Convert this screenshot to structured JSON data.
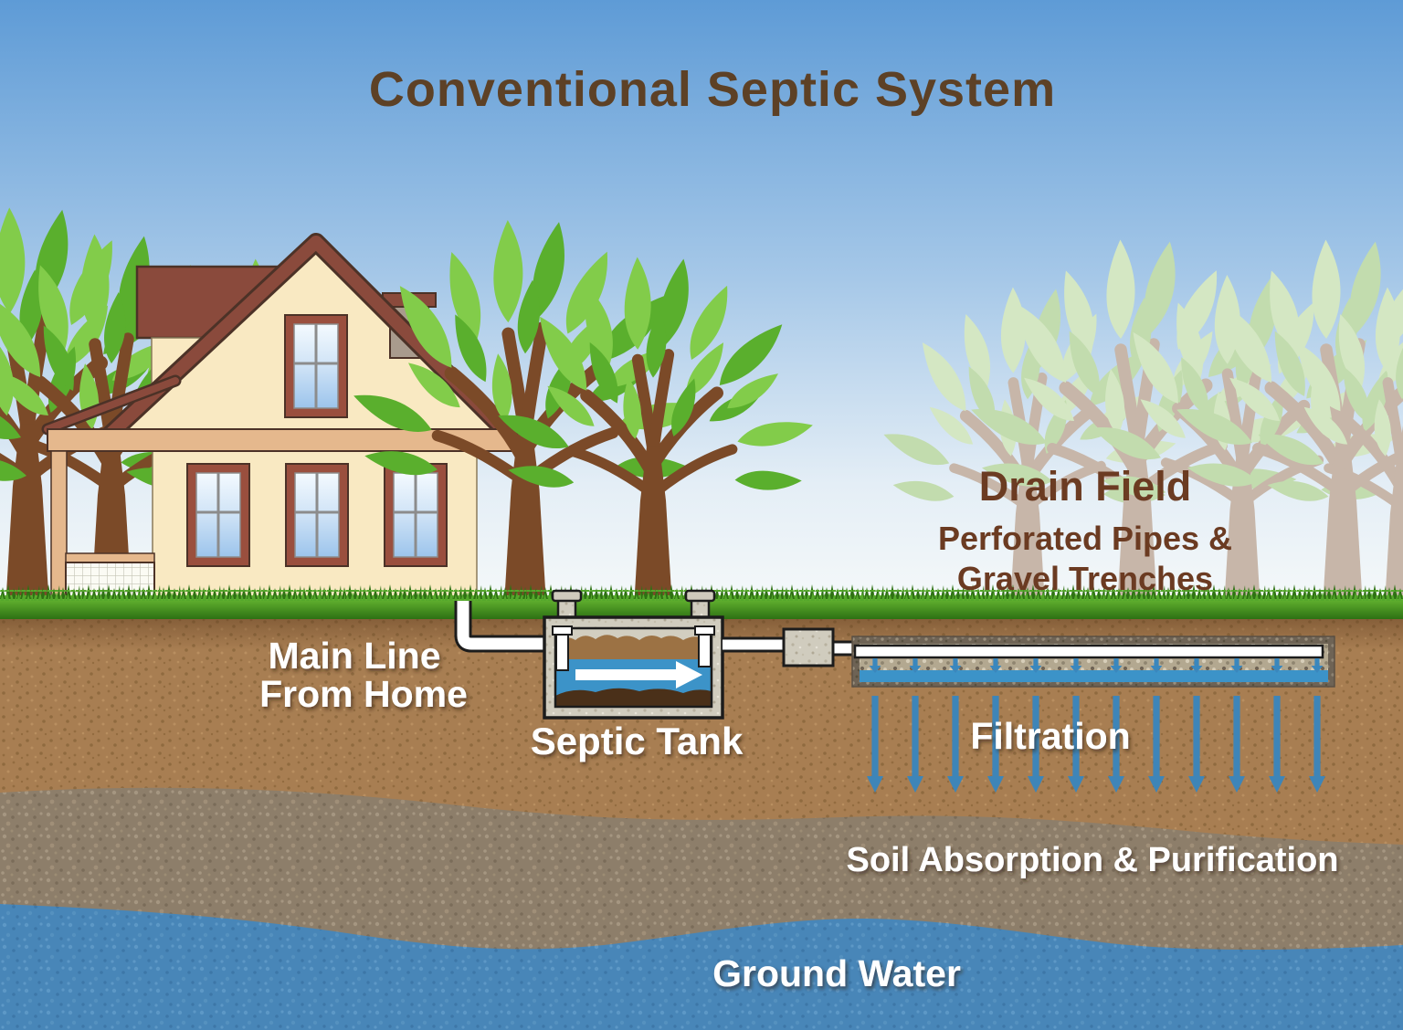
{
  "title": "Conventional Septic System",
  "labels": {
    "main_line_1": "Main Line",
    "main_line_2": "From Home",
    "septic_tank": "Septic Tank",
    "drain_field_heading": "Drain Field",
    "drain_field_sub1": "Perforated Pipes &",
    "drain_field_sub2": "Gravel Trenches",
    "filtration": "Filtration",
    "soil_absorption": "Soil Absorption & Purification",
    "ground_water": "Ground Water"
  },
  "colors": {
    "title_text": "#5d4126",
    "drain_field_text": "#6b3b22",
    "label_text": "#ffffff",
    "sky_top": "#5e9bd6",
    "sky_bottom": "#f7fafa",
    "grass_green": "#3f8f1e",
    "topsoil_brown": "#a87e52",
    "subsoil_gray": "#8d7e6a",
    "ground_water_blue": "#4886b8",
    "roof_brown": "#8a4a3c",
    "wall_cream": "#f9e9c2",
    "tank_water_blue": "#3c93c8",
    "arrow_blue": "#3e85b8",
    "pipe_white": "#ffffff",
    "concrete_gray": "#cfcabc",
    "tree_leaf_green": "#82cc4a",
    "tree_trunk_brown": "#7b4a28"
  },
  "scene": {
    "components": [
      "house",
      "trees",
      "main line pipe from home",
      "septic tank with scum, effluent and sludge layers",
      "flow arrow",
      "distribution box",
      "perforated pipe in gravel trench",
      "drain field",
      "filtration arrows",
      "topsoil layer",
      "soil absorption layer",
      "ground water layer"
    ]
  }
}
